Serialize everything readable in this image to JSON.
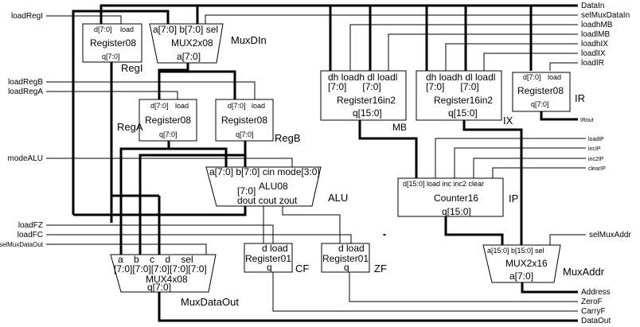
{
  "title": "CPU datapath schematic",
  "inputs_left": {
    "loadRegI": "loadRegI",
    "loadRegB": "loadRegB",
    "loadRegA": "loadRegA",
    "modeALU": "modeALU",
    "loadFZ": "loadFZ",
    "loadFC": "loadFC",
    "selMuxDataOut": "selMuxDataOut"
  },
  "ports_right": {
    "DataIn": "DataIn",
    "selMuxDataIn": "selMuxDataIn",
    "loadhMB": "loadhMB",
    "loadlMB": "loadlMB",
    "loadhIX": "loadhIX",
    "loadlIX": "loadlIX",
    "loadIR": "loadIR",
    "IRout": "IRout",
    "loadIP": "loadIP",
    "incIP": "incIP",
    "inc2IP": "inc2IP",
    "clearIP": "clearIP",
    "selMuxAddr": "selMuxAddr",
    "Address": "Address",
    "ZeroF": "ZeroF",
    "CarryF": "CarryF",
    "DataOut": "DataOut"
  },
  "blocks": {
    "regI": {
      "type": "Register08",
      "name": "RegI",
      "p_d": "d[7:0]",
      "p_load": "load",
      "p_q": "q[7:0]"
    },
    "muxDIn": {
      "type": "MUX2x08",
      "name": "MuxDIn",
      "ports_top": "a[7:0] b[7:0] sel",
      "p_out": "a[7:0]"
    },
    "regA": {
      "type": "Register08",
      "name": "RegA",
      "p_d": "d[7:0]",
      "p_load": "load",
      "p_q": "q[7:0]"
    },
    "regB": {
      "type": "Register08",
      "name": "RegB",
      "p_d": "d[7:0]",
      "p_load": "load",
      "p_q": "q[7:0]"
    },
    "mb": {
      "type": "Register16in2",
      "name": "MB",
      "ports_top": "dh loadh dl loadl",
      "ports_top2": "[7:0]      [7:0]",
      "p_q": "q[15:0]"
    },
    "ix": {
      "type": "Register16in2",
      "name": "IX",
      "ports_top": "dh loadh dl loadl",
      "ports_top2": "[7:0]      [7:0]",
      "p_q": "q[15:0]"
    },
    "ir": {
      "type": "Register08",
      "name": "IR",
      "p_d": "d[7:0]",
      "p_load": "load",
      "p_q": "q[7:0]"
    },
    "alu": {
      "type": "ALU08",
      "name": "ALU",
      "ports_top": "a[7:0] b[7:0] cin mode[3:0]",
      "p_width": "[7:0]",
      "ports_bottom": "dout cout zout"
    },
    "ip": {
      "type": "Counter16",
      "name": "IP",
      "ports_top": "d[15:0] load inc inc2 clear",
      "p_q": "q[15:0]"
    },
    "cf": {
      "type": "Register01",
      "name": "CF",
      "ports_top": "d load",
      "p_q": "q"
    },
    "zf": {
      "type": "Register01",
      "name": "ZF",
      "ports_top": "d load",
      "p_q": "q"
    },
    "muxDataOut": {
      "type": "MUX4x08",
      "name": "MuxDataOut",
      "ports_top": "a    b    c    d    sel",
      "ports_top2": "[7:0][7:0][7:0][7:0][7:0]",
      "p_q": "q[7:0]"
    },
    "muxAddr": {
      "type": "MUX2x16",
      "name": "MuxAddr",
      "ports_top": "a[15:0] b[15:0] sel",
      "p_out": "a[7:0]"
    }
  }
}
